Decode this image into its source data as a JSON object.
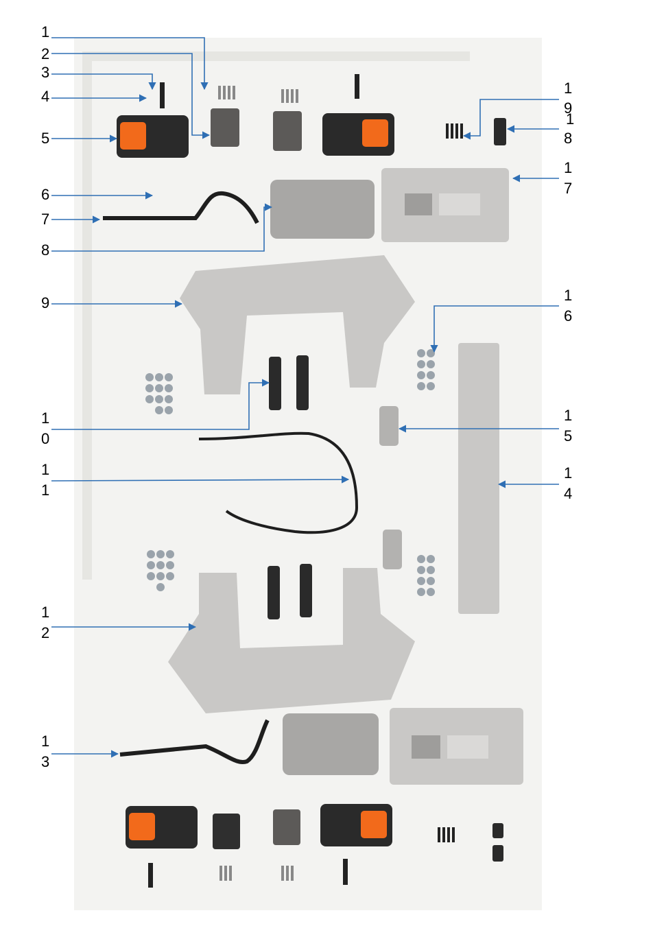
{
  "callouts": [
    {
      "id": "c1",
      "lines": [
        "1"
      ]
    },
    {
      "id": "c2",
      "lines": [
        "2"
      ]
    },
    {
      "id": "c3",
      "lines": [
        "3"
      ]
    },
    {
      "id": "c4",
      "lines": [
        "4"
      ]
    },
    {
      "id": "c5",
      "lines": [
        "5"
      ]
    },
    {
      "id": "c6",
      "lines": [
        "6"
      ]
    },
    {
      "id": "c7",
      "lines": [
        "7"
      ]
    },
    {
      "id": "c8",
      "lines": [
        "8"
      ]
    },
    {
      "id": "c9",
      "lines": [
        "9"
      ]
    },
    {
      "id": "c10",
      "lines": [
        "1",
        "0"
      ]
    },
    {
      "id": "c11",
      "lines": [
        "1",
        "1"
      ]
    },
    {
      "id": "c12",
      "lines": [
        "1",
        "2"
      ]
    },
    {
      "id": "c13",
      "lines": [
        "1",
        "3"
      ]
    },
    {
      "id": "c14",
      "lines": [
        "1",
        "4"
      ]
    },
    {
      "id": "c15",
      "lines": [
        "1",
        "5"
      ]
    },
    {
      "id": "c16",
      "lines": [
        "1",
        "6"
      ]
    },
    {
      "id": "c17",
      "lines": [
        "1",
        "7"
      ]
    },
    {
      "id": "c18",
      "lines": [
        "1",
        "8"
      ]
    },
    {
      "id": "c19",
      "lines": [
        "1",
        "9"
      ]
    }
  ],
  "colors": {
    "arrow": "#2f6fb4",
    "part_gray": "#c9c8c6",
    "part_dark": "#2a2a2a",
    "accent_orange": "#f26a1b",
    "photo_bg": "#f3f3f1"
  }
}
